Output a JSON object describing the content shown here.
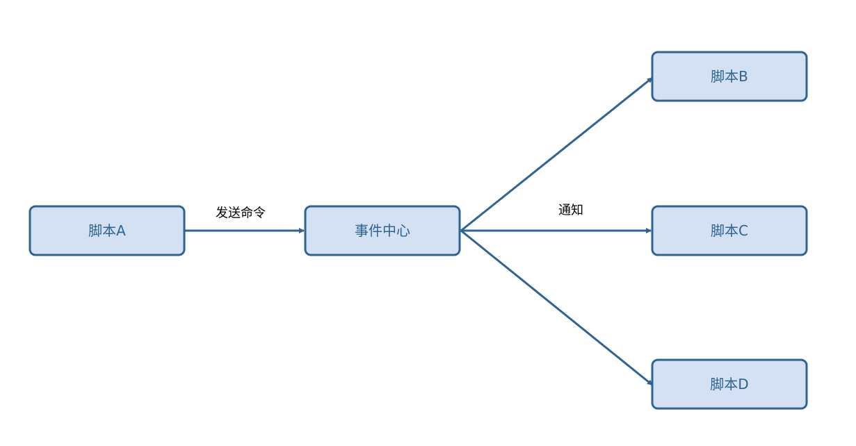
{
  "nodes": {
    "script_a": "脚本A",
    "event_center": "事件中心",
    "script_b": "脚本B",
    "script_c": "脚本C",
    "script_d": "脚本D"
  },
  "edges": {
    "send_command": "发送命令",
    "notify": "通知"
  },
  "colors": {
    "node_fill": "#d4e1f2",
    "node_stroke": "#2f6393",
    "node_text": "#2f6393",
    "edge": "#2f6393",
    "edge_label": "#000000"
  }
}
